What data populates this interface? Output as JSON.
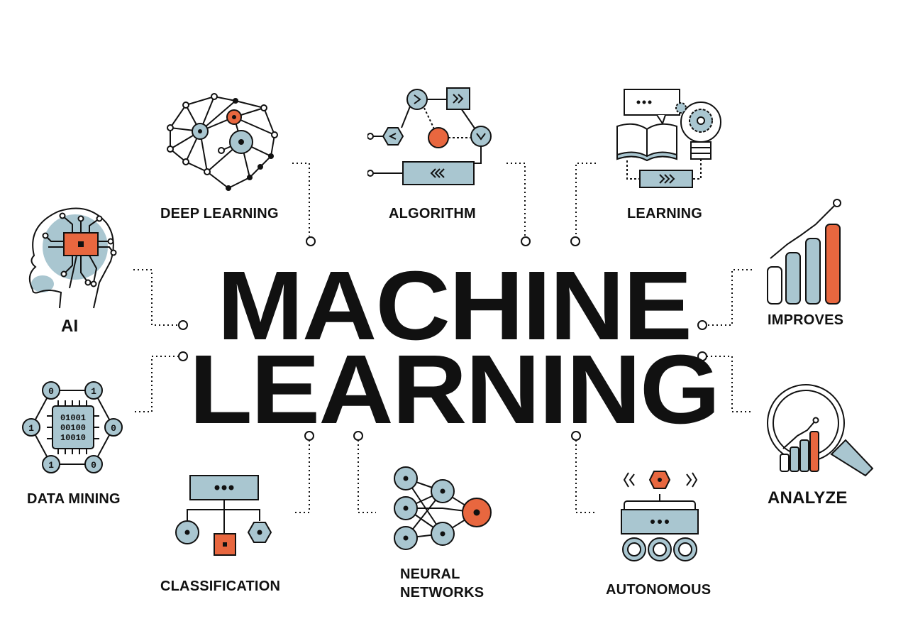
{
  "title": {
    "line1": "MACHINE",
    "line2": "LEARNING"
  },
  "colors": {
    "accent": "#e8673f",
    "fill": "#a9c6d0",
    "stroke": "#111111"
  },
  "topics": {
    "deep_learning": "DEEP LEARNING",
    "algorithm": "ALGORITHM",
    "learning": "LEARNING",
    "ai": "AI",
    "improves": "IMPROVES",
    "data_mining": "DATA MINING",
    "analyze": "ANALYZE",
    "classification": "CLASSIFICATION",
    "neural_networks_1": "NEURAL",
    "neural_networks_2": "NETWORKS",
    "autonomous": "AUTONOMOUS"
  },
  "binary": {
    "rows": [
      "01001",
      "00100",
      "10010"
    ],
    "nodes": [
      "0",
      "1",
      "1",
      "0",
      "1",
      "0"
    ]
  },
  "icons": [
    "brain-network-icon",
    "algorithm-flow-icon",
    "book-lightbulb-icon",
    "ai-head-icon",
    "bar-chart-growth-icon",
    "binary-hexagon-icon",
    "magnifier-chart-icon",
    "classification-tree-icon",
    "neural-network-icon",
    "robot-rover-icon"
  ]
}
